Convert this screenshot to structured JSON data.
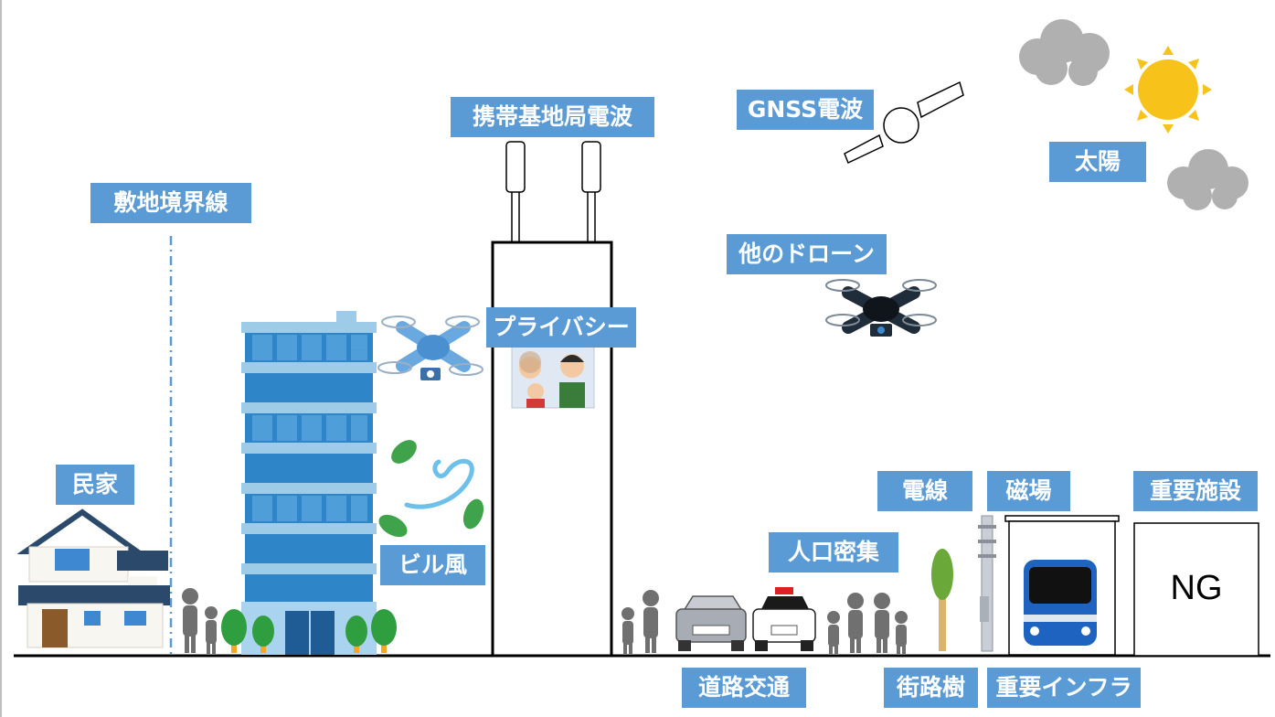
{
  "labels": {
    "boundary": "敷地境界線",
    "house": "民家",
    "base_station": "携帯基地局電波",
    "privacy": "プライバシー",
    "building_wind": "ビル風",
    "gnss": "GNSS電波",
    "other_drone": "他のドローン",
    "sun": "太陽",
    "crowd": "人口密集",
    "power_line": "電線",
    "magnetic": "磁場",
    "important_facility": "重要施設",
    "road_traffic": "道路交通",
    "street_trees": "街路樹",
    "infrastructure": "重要インフラ",
    "ng": "NG"
  },
  "colors": {
    "label_bg": "#5b9bd5",
    "label_text": "#ffffff",
    "building": "#2e86c8",
    "drone_light": "#6aa8e0",
    "drone_dark": "#1f2d3a",
    "sun": "#f7c21a",
    "cloud": "#b0b0b0",
    "tree": "#2f9e3f",
    "person": "#707070"
  }
}
